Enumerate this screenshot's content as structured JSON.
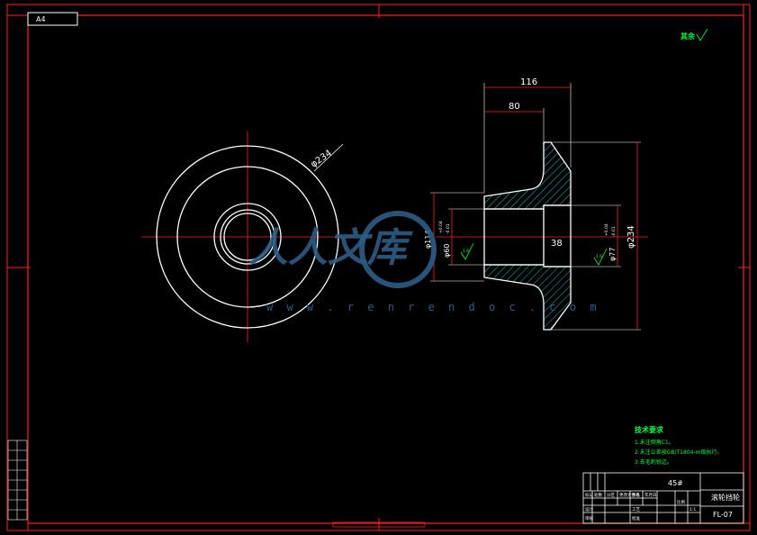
{
  "sheet": {
    "size_label": "A4",
    "roughness_note": "其余",
    "part_code": "FL-07"
  },
  "dimensions": {
    "outer_diameter_front": "φ234",
    "total_length": "116",
    "hub_length": "80",
    "hub_diameter": "φ114",
    "bore_diameter": "φ60",
    "bore_tol_upper": "+0.04",
    "bore_tol_lower": "-0.01",
    "counterbore_diameter": "φ77",
    "counterbore_tol_upper": "+0.04",
    "counterbore_tol_lower": "-0.01",
    "outer_diameter_side": "φ234",
    "counterbore_depth": "38",
    "roughness_inner": "1.6",
    "roughness_face": "1.6"
  },
  "notes": {
    "heading": "技术要求",
    "items": [
      "1.未注倒角C1。",
      "2.未注公差按GB/T1804-m级执行。",
      "3.去毛刺锐边。"
    ]
  },
  "title_block": {
    "material": "45#",
    "scale_label": "比例",
    "scale_value": "1:1",
    "part_name": "滚轮挡轮",
    "drawing_no": "FL-07",
    "head_cells": [
      "标记",
      "处数",
      "分区",
      "更改文件号",
      "签名",
      "年月日"
    ],
    "role_cells": [
      "设计",
      "审核",
      "工艺",
      "批准"
    ]
  },
  "watermark": {
    "text": "人人文库",
    "url": "w w w . r e n r e n d o c . c o m"
  },
  "colors": {
    "border": "#ff2020",
    "line": "#ffffff",
    "center": "#ff2020",
    "hatch": "#00c8c8",
    "note": "#00ff40"
  }
}
